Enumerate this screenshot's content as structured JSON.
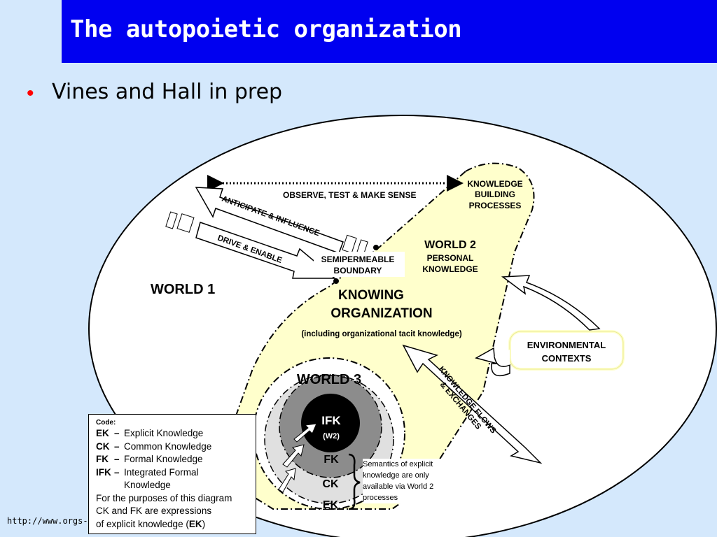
{
  "header": {
    "title": "The autopoietic organization"
  },
  "bullet": {
    "text": "Vines and Hall in prep"
  },
  "diagram": {
    "observe_label": "OBSERVE, TEST & MAKE SENSE",
    "anticipate_label": "ANTICIPATE & INFLUENCE",
    "drive_label": "DRIVE & ENABLE",
    "kbp_label": [
      "KNOWLEDGE",
      "BUILDING",
      "PROCESSES"
    ],
    "world2_title": "WORLD 2",
    "world2_sub": [
      "PERSONAL",
      "KNOWLEDGE"
    ],
    "semipermeable": [
      "SEMIPERMEABLE",
      "BOUNDARY"
    ],
    "world1": "WORLD 1",
    "knowing_org": [
      "KNOWING",
      "ORGANIZATION"
    ],
    "tacit_note": "(including organizational tacit knowledge)",
    "env_contexts": [
      "ENVIRONMENTAL",
      "CONTEXTS"
    ],
    "knowledge_flows": [
      "KNOWLEDGE FLOWS",
      "& EXCHANGES"
    ],
    "world3": "WORLD 3",
    "ifk": "IFK",
    "w2_tag": "(W2)",
    "fk": "FK",
    "ck": "CK",
    "ek": "EK",
    "semantics_note": "Semantics of explicit knowledge are only available via World 2 processes"
  },
  "code_box": {
    "header": "Code:",
    "rows": [
      {
        "key": "EK",
        "dash": "–",
        "value": "Explicit Knowledge"
      },
      {
        "key": "CK",
        "dash": "–",
        "value": "Common Knowledge"
      },
      {
        "key": "FK",
        "dash": "–",
        "value": "Formal Knowledge"
      },
      {
        "key": "IFK",
        "dash": "–",
        "value": "Integrated Formal"
      },
      {
        "key": "",
        "dash": "",
        "value": "Knowledge"
      }
    ],
    "note_line1": "For the purposes of this diagram",
    "note_line2": "CK and FK are expressions",
    "note_line3_prefix": "of explicit knowledge (",
    "note_line3_bold": "EK",
    "note_line3_suffix": ")"
  },
  "footer": {
    "url": "http://www.orgs-"
  },
  "colors": {
    "title_bg": "#0000f0",
    "page_bg": "#d4e8fc",
    "org_fill": "#ffffcc",
    "bullet": "#ff0000"
  }
}
